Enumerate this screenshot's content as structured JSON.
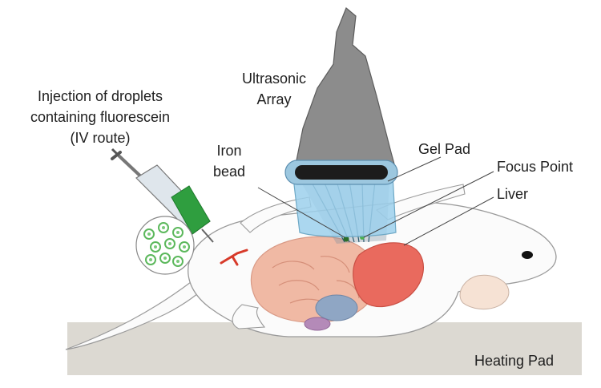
{
  "labels": {
    "injection": [
      "Injection of droplets",
      "containing fluorescein",
      "(IV route)"
    ],
    "ultrasonic_array": [
      "Ultrasonic",
      "Array"
    ],
    "iron_bead": [
      "Iron",
      "bead"
    ],
    "gel_pad": "Gel Pad",
    "focus_point": "Focus Point",
    "liver": "Liver",
    "heating_pad": "Heating Pad"
  },
  "colors": {
    "transducer": "#8c8c8c",
    "transducer_face": "#1c1c1c",
    "gel_pad": "#9cd0ec",
    "mouse_body": "#fbfbfb",
    "organs": "#f0b9a4",
    "liver": "#e96a5e",
    "syringe_fluid": "#2f9e3f",
    "droplets": "#5cb85c",
    "heating_pad": "#dcd9d2",
    "beam": "#2b5a70"
  }
}
